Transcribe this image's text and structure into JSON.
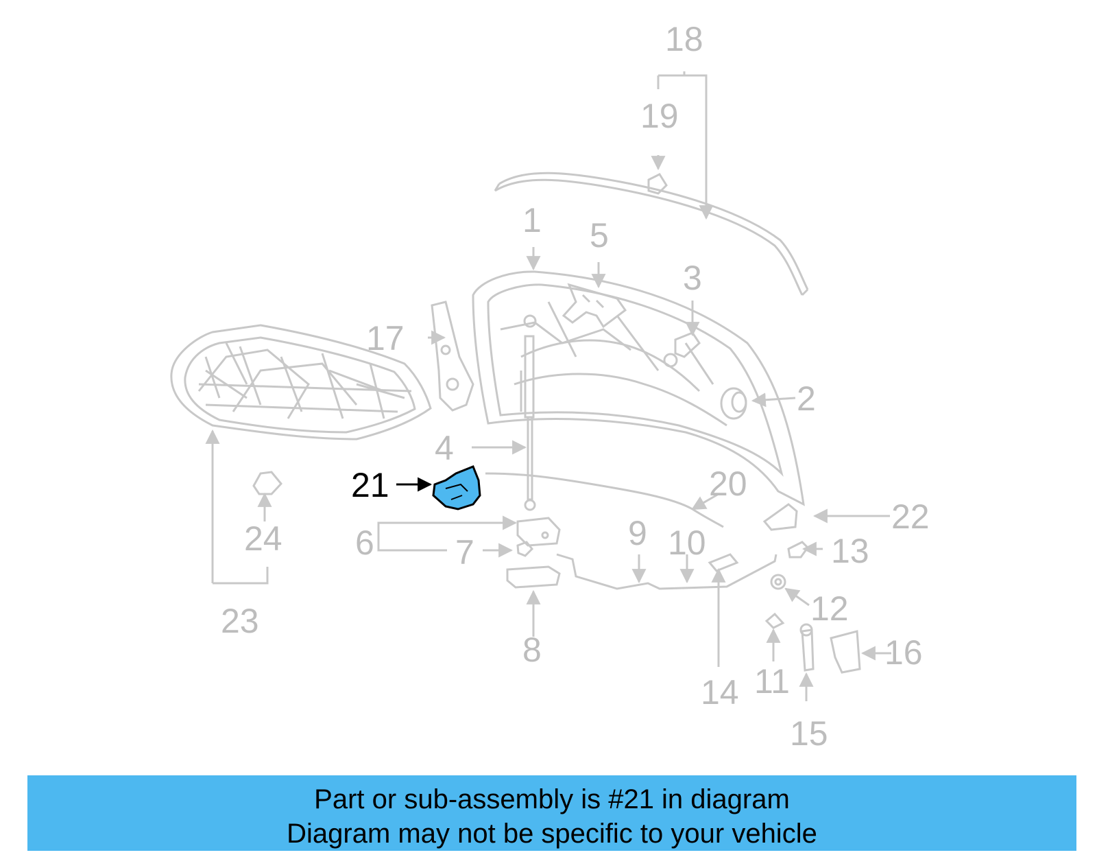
{
  "callouts": {
    "p1": "1",
    "p2": "2",
    "p3": "3",
    "p4": "4",
    "p5": "5",
    "p6": "6",
    "p7": "7",
    "p8": "8",
    "p9": "9",
    "p10": "10",
    "p11": "11",
    "p12": "12",
    "p13": "13",
    "p14": "14",
    "p15": "15",
    "p16": "16",
    "p17": "17",
    "p18": "18",
    "p19": "19",
    "p20": "20",
    "p21": "21",
    "p22": "22",
    "p23": "23",
    "p24": "24"
  },
  "highlighted_part": "21",
  "caption": {
    "line1": "Part or sub-assembly is #21 in diagram",
    "line2": "Diagram may not be specific to your vehicle"
  },
  "colors": {
    "line_gray": "#c8c8c8",
    "label_gray": "#bdbdbd",
    "highlight_fill": "#4db8f0",
    "highlight_text": "#000000",
    "banner": "#4db8f0"
  }
}
